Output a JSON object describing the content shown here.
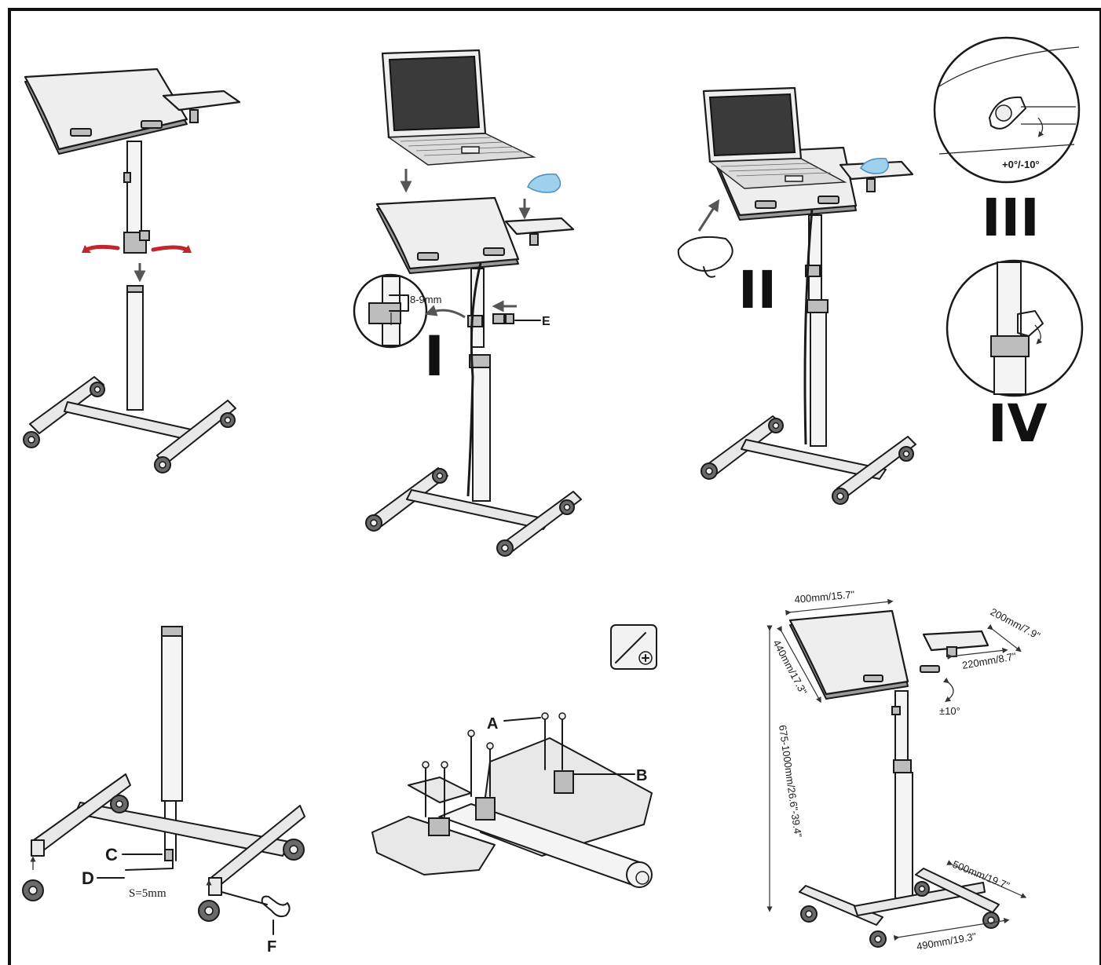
{
  "step_labels": {
    "step1": "I",
    "step2": "II",
    "step3": "III",
    "step4": "IV"
  },
  "part_labels": {
    "clamp": "E",
    "screw": "A",
    "bracket": "B",
    "bolt": "C",
    "allen_key": "D",
    "wrench": "F"
  },
  "annotations": {
    "allen_size": "S=5mm",
    "clip_size": "8-9mm",
    "tilt_range_tray": "+0°/-10°",
    "tilt_range_top": "±10°"
  },
  "dimensions": {
    "top_width": "400mm/15.7\"",
    "top_depth": "440mm/17.3\"",
    "tray_width": "200mm/7.9\"",
    "tray_depth": "220mm/8.7\"",
    "height_range": "675-1000mm/26.6\"-39.4\"",
    "base_depth": "500mm/19.7\"",
    "base_width": "490mm/19.3\""
  },
  "icons": {
    "tool_icon": "screwdriver-phillips-icon",
    "rotate_icon": "rotate-arrows-icon"
  },
  "colors": {
    "rotate_arrows": "#c0262b",
    "mouse": "#9fd0ec"
  }
}
